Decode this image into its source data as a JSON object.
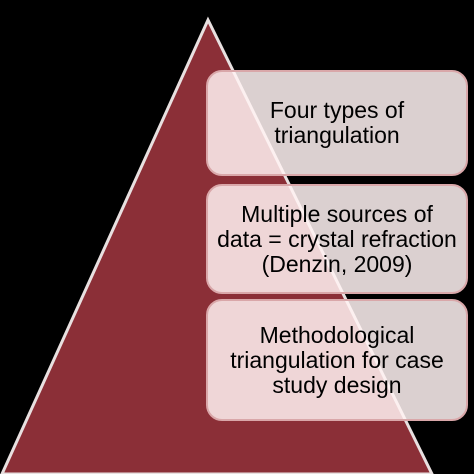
{
  "colors": {
    "background": "#000000",
    "pyramid_fill": "#8b2f37",
    "pyramid_stroke": "#e8e0e0",
    "box_fill": "#fff2f2",
    "box_border": "#d9a7a9",
    "text": "#000000"
  },
  "boxes": [
    {
      "text": "Four types of triangulation"
    },
    {
      "text": "Multiple sources of data = crystal refraction (Denzin, 2009)"
    },
    {
      "text": "Methodological triangulation for case study design"
    }
  ]
}
